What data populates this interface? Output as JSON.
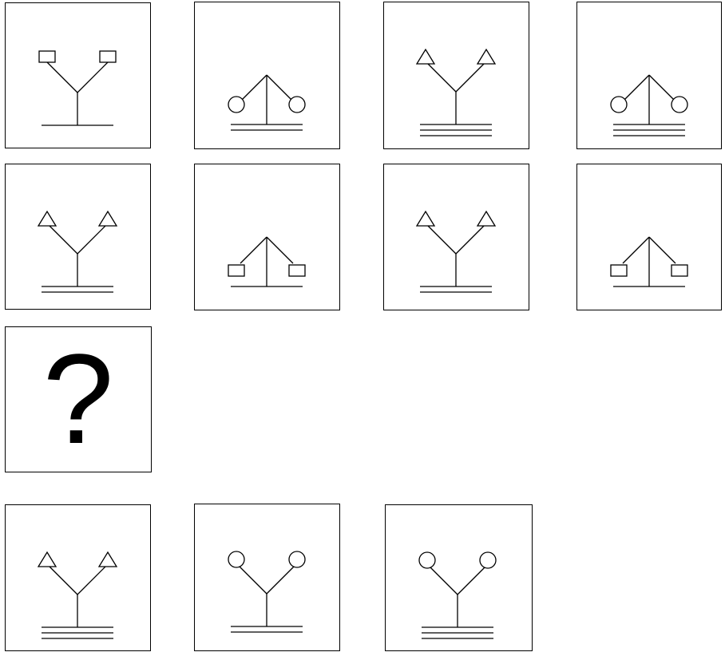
{
  "puzzle": {
    "question_mark": "?",
    "grid": [
      {
        "stem": "y",
        "shape": "square",
        "lines": 1
      },
      {
        "stem": "tent",
        "shape": "circle",
        "lines": 2
      },
      {
        "stem": "y",
        "shape": "triangle",
        "lines": 3
      },
      {
        "stem": "tent",
        "shape": "circle",
        "lines": 3
      },
      {
        "stem": "y",
        "shape": "triangle",
        "lines": 2
      },
      {
        "stem": "tent",
        "shape": "square",
        "lines": 1
      },
      {
        "stem": "y",
        "shape": "triangle",
        "lines": 2
      },
      {
        "stem": "tent",
        "shape": "square",
        "lines": 1
      }
    ],
    "options": [
      {
        "stem": "y",
        "shape": "triangle",
        "lines": 3
      },
      {
        "stem": "y",
        "shape": "circle",
        "lines": 2
      },
      {
        "stem": "y",
        "shape": "circle",
        "lines": 3
      }
    ]
  }
}
